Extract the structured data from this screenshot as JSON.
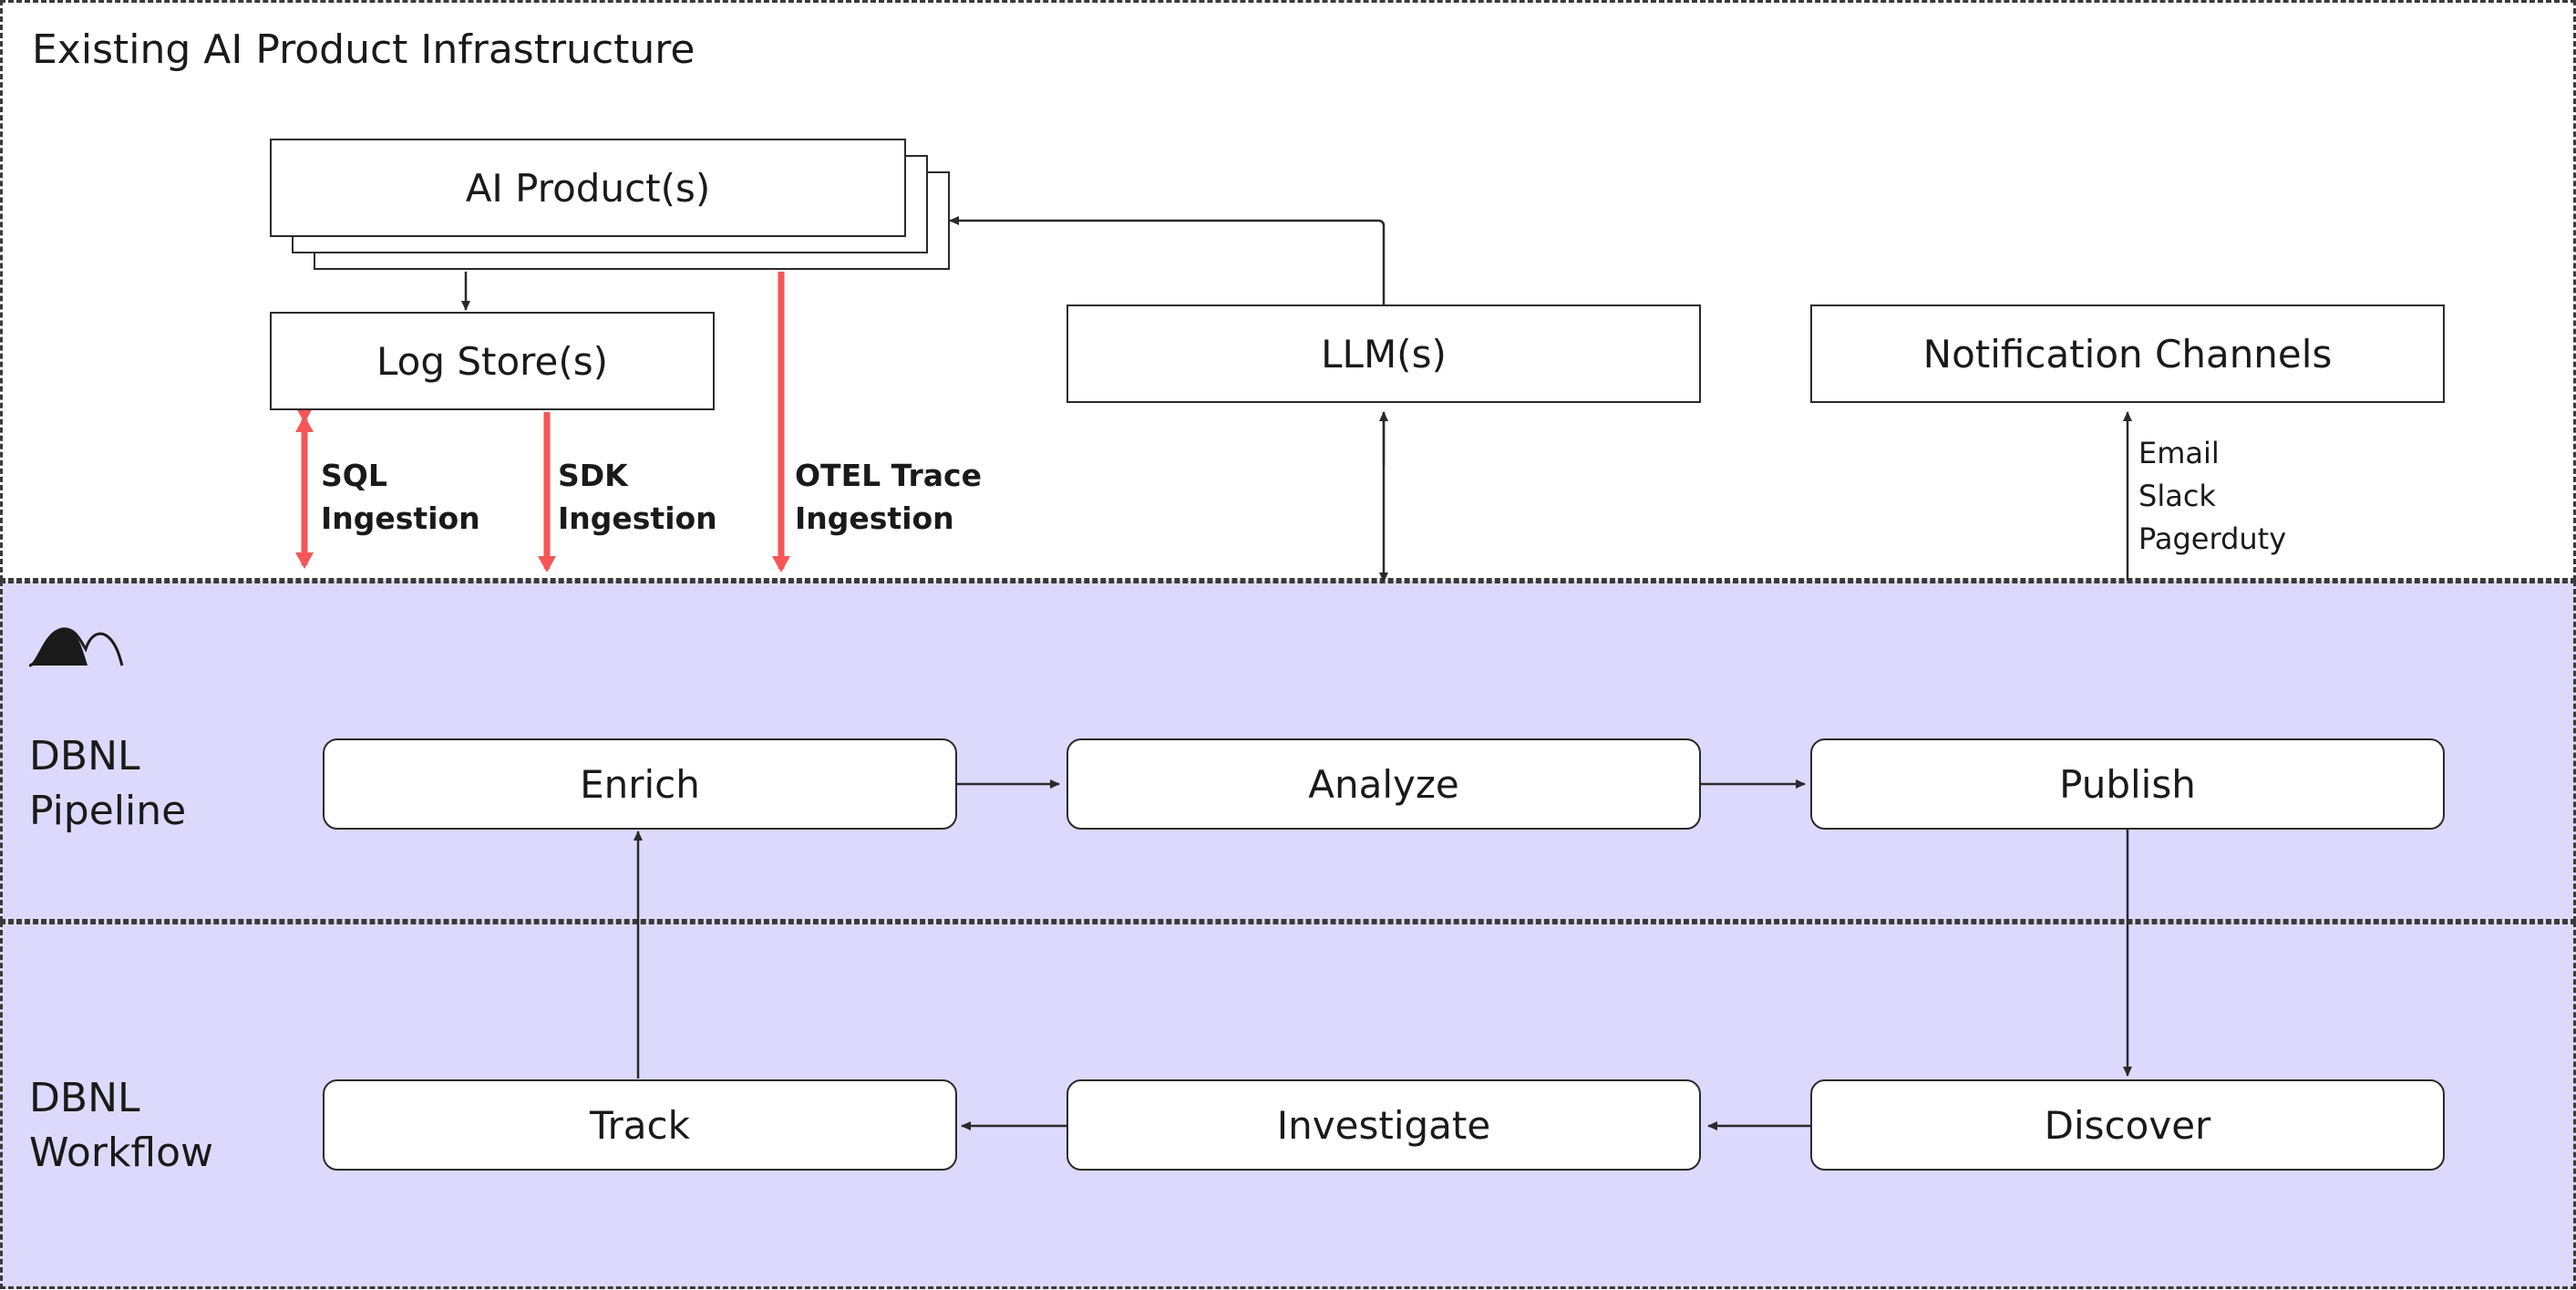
{
  "regions": {
    "infrastructure_title": "Existing AI Product Infrastructure",
    "pipeline_label": [
      "DBNL",
      "Pipeline"
    ],
    "workflow_label": [
      "DBNL",
      "Workflow"
    ]
  },
  "nodes": {
    "ai_products": "AI Product(s)",
    "log_store": "Log Store(s)",
    "llm": "LLM(s)",
    "notification_channels": "Notification Channels",
    "enrich": "Enrich",
    "analyze": "Analyze",
    "publish": "Publish",
    "track": "Track",
    "investigate": "Investigate",
    "discover": "Discover"
  },
  "ingestion": {
    "sql": [
      "SQL",
      "Ingestion"
    ],
    "sdk": [
      "SDK",
      "Ingestion"
    ],
    "otel": [
      "OTEL Trace",
      "Ingestion"
    ]
  },
  "channels": [
    "Email",
    "Slack",
    "Pagerduty"
  ],
  "icons": {
    "brand_logo": "dbnl-mountain-logo-icon"
  },
  "colors": {
    "ingestion_arrow": "#f65656",
    "dbnl_background": "#dcd9fd",
    "line": "#2a2a2a"
  }
}
